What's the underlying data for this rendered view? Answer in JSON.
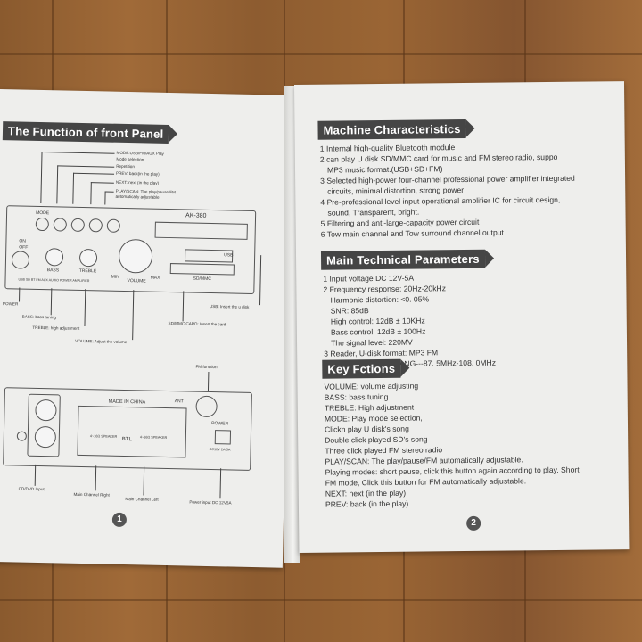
{
  "left_page": {
    "banner": "The Function of front Panel",
    "callouts_top": [
      "MODE:USB/FM/AUX Play",
      "Mode selection",
      "Repetition",
      "PREV: back(in the play)",
      "NEXT: next (in the play)",
      "PLAY/SCAN: The play/pause/FM",
      "automatically adjustable"
    ],
    "front": {
      "model": "AK-380",
      "mode_label": "MODE",
      "on_label": "ON",
      "off_label": "OFF",
      "bass_label": "BASS",
      "treble_label": "TREBLE",
      "volume_label": "VOLUME",
      "min_label": "MIN",
      "max_label": "MAX",
      "usb_label": "USB",
      "sd_label": "SD/MMC",
      "strip_text": "USB SD BT FM AUX AUDIO POWER AMPLIFIER"
    },
    "callouts_front": {
      "power": "POWER",
      "bass": "BASS: bass tuning",
      "treble": "TREBLE: high adjustment",
      "volume": "VOLUME: Adjust the volume",
      "sd": "SD/MMC CARD: Insert the card",
      "usb": "USB: Insert the u disk"
    },
    "rear": {
      "fm_function": "FM function",
      "made_in": "MADE IN CHINA",
      "ant": "ANT",
      "power": "POWER",
      "dc": "DC12V 2A-5A",
      "btl": "BTL",
      "speaker_left": "4~16Ω SPEAKER",
      "speaker_right": "4~16Ω SPEAKER"
    },
    "callouts_rear": {
      "cd": "CD/DVD Input",
      "right": "Main Channel Right",
      "left": "Main Channel Left",
      "dc": "Power input DC 12V5A"
    },
    "page_number": "1"
  },
  "right_page": {
    "characteristics": {
      "title": "Machine Characteristics",
      "lines": [
        "1 Internal high-quality Bluetooth module",
        "2 can play U disk SD/MMC card for music and FM stereo radio, suppo",
        "   MP3 music format.(USB+SD+FM)",
        "3 Selected high-power four-channel professional power amplifier integrated",
        "   circuits, minimal distortion, strong power",
        "4 Pre-professional level input operational amplifier IC for circuit design,",
        "   sound, Transparent, bright.",
        "5 Filtering and anti-large-capacity power circuit",
        "6 Tow main channel and Tow surround channel output"
      ]
    },
    "parameters": {
      "title": "Main Technical Parameters",
      "lines": [
        "1 Input voltage DC 12V-5A",
        "2 Frequency response: 20Hz-20kHz",
        "   Harmonic distortion: <0. 05%",
        "   SNR: 85dB",
        "   High control: 12dB ± 10KHz",
        "   Bass control: 12dB ± 100Hz",
        "   The signal level: 220MV",
        "3 Reader, U-disk format: MP3 FM",
        "4 FM FREQUENCY RANG---87. 5MHz-108. 0MHz"
      ]
    },
    "functions": {
      "title": "Key Fctions",
      "lines": [
        "VOLUME: volume adjusting",
        "BASS: bass tuning",
        "TREBLE: High adjustment",
        "MODE: Play mode selection,",
        "Clickn play U disk's song",
        "Double click played SD's song",
        "Three click played FM stereo radio",
        "PLAY/SCAN: The play/pause/FM automatically adjustable.",
        "Playing modes: short pause, click this button again according to play. Short",
        "FM mode, Click this button for FM automatically adjustable.",
        "NEXT: next (in the play)",
        "PREV: back (in the play)"
      ]
    },
    "page_number": "2"
  }
}
